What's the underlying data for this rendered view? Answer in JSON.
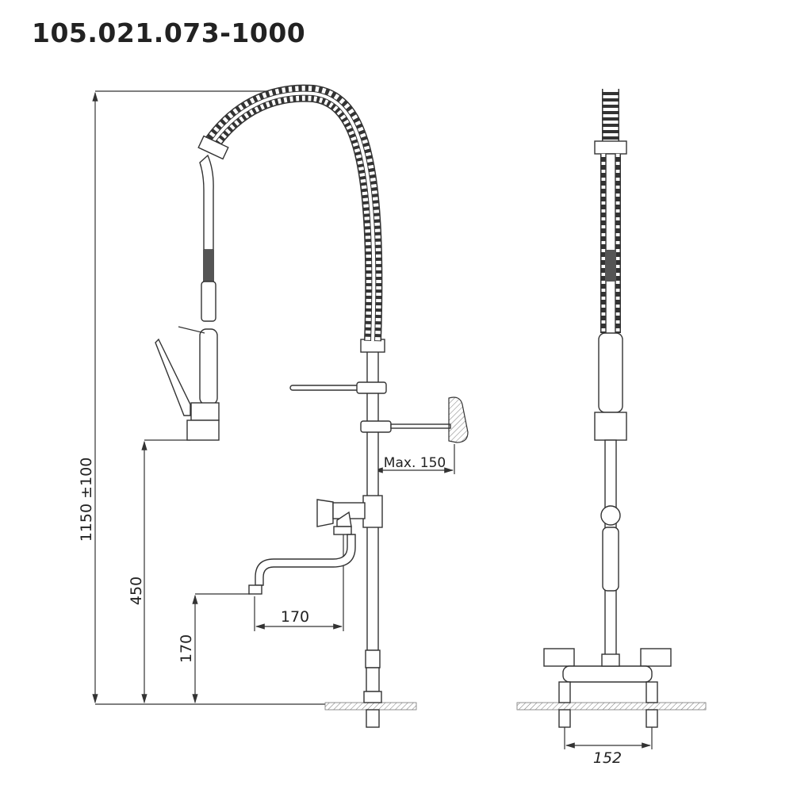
{
  "title": "105.021.073-1000",
  "dimensions": {
    "total_height": "1150 ±100",
    "spray_height": "450",
    "spout_height": "170",
    "spout_reach": "170",
    "wall_distance": "Max. 150",
    "center_distance": "152"
  }
}
